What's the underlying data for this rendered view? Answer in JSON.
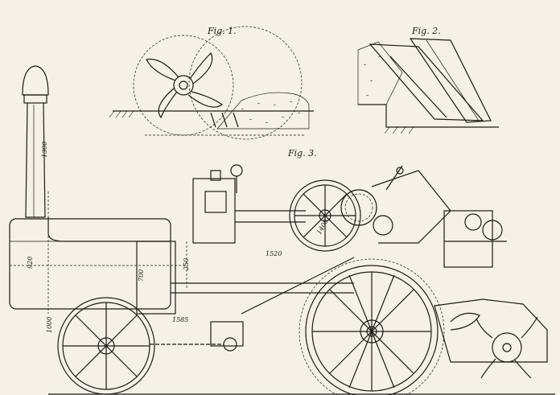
{
  "figures": {
    "fig1": {
      "title": "Fig. 1."
    },
    "fig2": {
      "title": "Fig. 2."
    },
    "fig3": {
      "title": "Fig. 3."
    }
  },
  "dimensions": {
    "d1300": "1300",
    "d920": "920",
    "d700": "700",
    "d250": "250",
    "d1520": "1520",
    "d1585": "1585",
    "d1000": "1000",
    "d1400": "1400"
  },
  "colors": {
    "paper": "#f6f1e7",
    "ink": "#1d1a16"
  }
}
